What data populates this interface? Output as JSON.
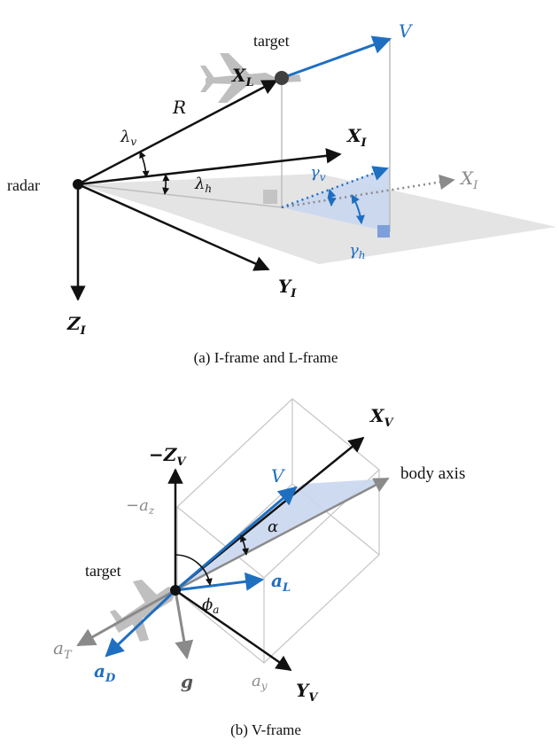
{
  "colors": {
    "black": "#111111",
    "blue": "#1f6fc1",
    "gray": "#8a8a8a",
    "light_gray": "#c8c8c8",
    "plane_fill": "#e4e4e4",
    "blue_fill": "#c9d6ee"
  },
  "figure_a": {
    "caption": "(a)  I-frame and L-frame",
    "labels": {
      "target": "target",
      "radar": "radar",
      "V": "V",
      "XL": "X",
      "XL_sub": "L",
      "R": "R",
      "lambda_v": "λ",
      "lambda_v_sub": "v",
      "lambda_h": "λ",
      "lambda_h_sub": "h",
      "XI_upper": "X",
      "XI_upper_sub": "I",
      "XI_right": "X",
      "XI_right_sub": "I",
      "gamma_v": "γ",
      "gamma_v_sub": "v",
      "gamma_h": "γ",
      "gamma_h_sub": "h",
      "YI": "Y",
      "YI_sub": "I",
      "ZI": "Z",
      "ZI_sub": "I"
    }
  },
  "figure_b": {
    "caption": "(b)  V-frame",
    "labels": {
      "minus_ZV": "−Z",
      "minus_ZV_sub": "V",
      "XV": "X",
      "XV_sub": "V",
      "V": "V",
      "body_axis": "body axis",
      "minus_az": "−a",
      "minus_az_sub": "z",
      "alpha": "α",
      "target": "target",
      "aL": "a",
      "aL_sub": "L",
      "phi_a": "ϕ",
      "phi_a_sub": "a",
      "aT": "a",
      "aT_sub": "T",
      "aD": "a",
      "aD_sub": "D",
      "g": "g",
      "ay": "a",
      "ay_sub": "y",
      "YV": "Y",
      "YV_sub": "V"
    }
  }
}
